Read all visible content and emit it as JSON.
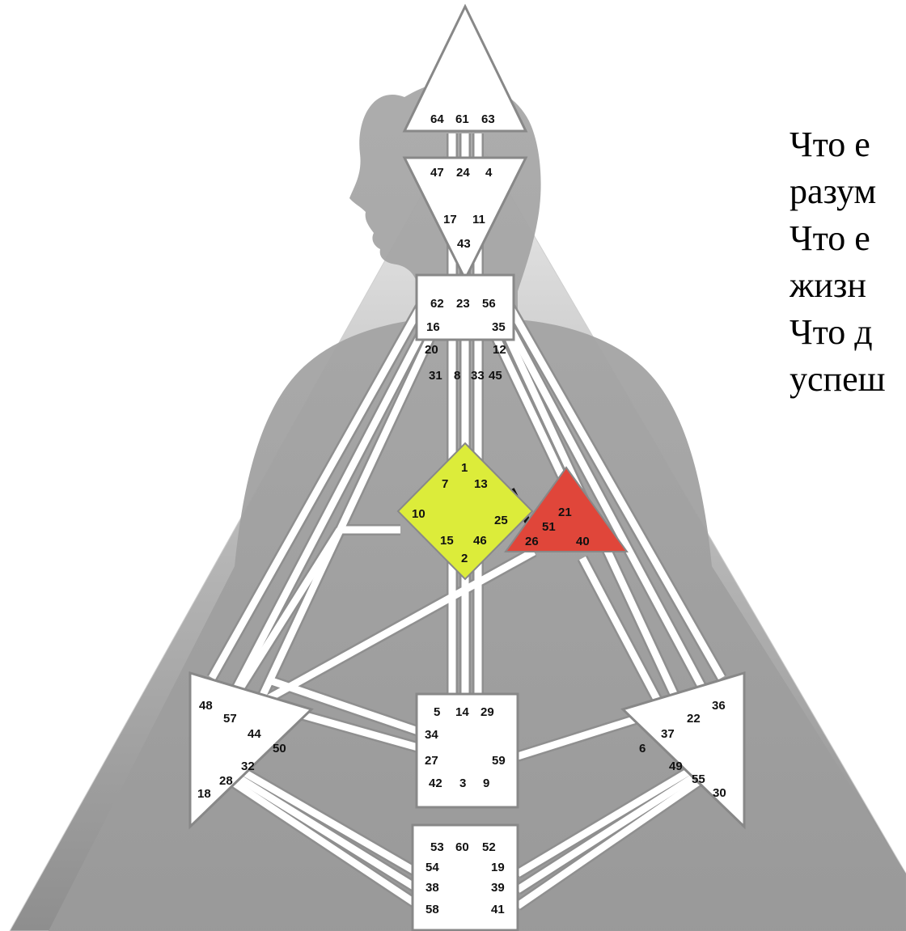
{
  "side_text": [
    "Что е",
    "разум",
    "Что е",
    "жизн",
    "Что д",
    "успеш"
  ],
  "colors": {
    "defined_g_center": "#dcec3a",
    "defined_ego_center": "#e0463a",
    "defined_channel": "#111111",
    "undefined_center": "#ffffff",
    "channel": "#ffffff",
    "background_gray": "#a9a9a9"
  },
  "centers": {
    "head": {
      "gates": [
        "64",
        "61",
        "63"
      ]
    },
    "ajna": {
      "gates": [
        "47",
        "24",
        "4",
        "17",
        "11",
        "43"
      ]
    },
    "throat": {
      "gates": [
        "62",
        "23",
        "56",
        "16",
        "35",
        "20",
        "12",
        "31",
        "8",
        "33",
        "45"
      ]
    },
    "g": {
      "gates": [
        "1",
        "7",
        "13",
        "10",
        "25",
        "15",
        "46",
        "2"
      ]
    },
    "ego": {
      "gates": [
        "21",
        "51",
        "26",
        "40"
      ]
    },
    "spleen": {
      "gates": [
        "48",
        "57",
        "44",
        "50",
        "32",
        "28",
        "18"
      ]
    },
    "solar_plexus": {
      "gates": [
        "36",
        "22",
        "37",
        "6",
        "49",
        "55",
        "30"
      ]
    },
    "sacral": {
      "gates": [
        "5",
        "14",
        "29",
        "34",
        "27",
        "59",
        "42",
        "3",
        "9"
      ]
    },
    "root": {
      "gates": [
        "53",
        "60",
        "52",
        "54",
        "19",
        "38",
        "39",
        "58",
        "41"
      ]
    }
  },
  "defined_channels": [
    [
      "25",
      "51"
    ]
  ]
}
